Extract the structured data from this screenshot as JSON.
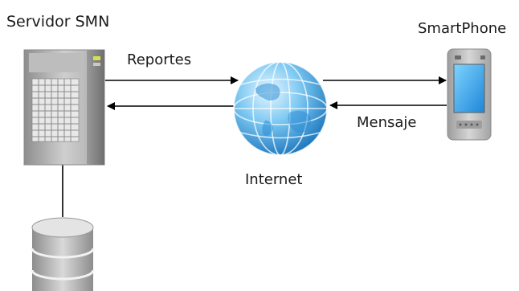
{
  "nodes": {
    "server": {
      "label": "Servidor SMN",
      "icon": "server-icon"
    },
    "internet": {
      "label": "Internet",
      "icon": "globe-icon"
    },
    "phone": {
      "label": "SmartPhone",
      "icon": "smartphone-icon"
    },
    "database": {
      "icon": "database-icon"
    }
  },
  "edges": {
    "server_to_internet": {
      "label": "Reportes"
    },
    "phone_to_internet": {
      "label": "Mensaje"
    }
  },
  "colors": {
    "globe_light": "#bfe6fb",
    "globe_dark": "#1b7fc6",
    "server_body": "#b5b5b5",
    "arrow": "#000000"
  }
}
